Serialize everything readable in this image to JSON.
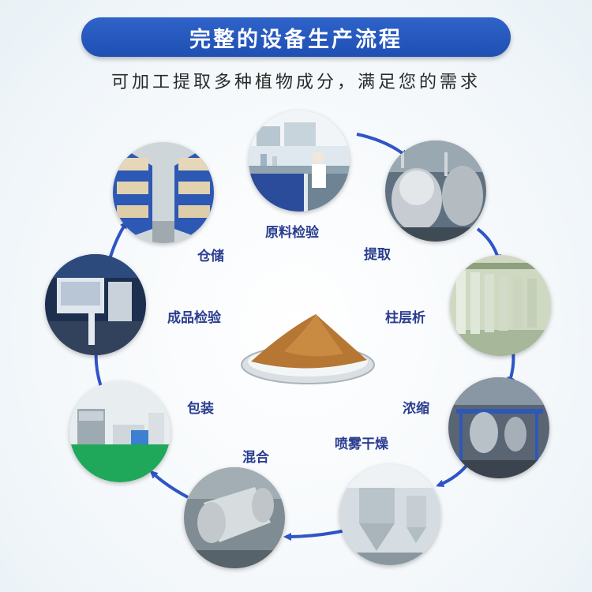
{
  "banner": {
    "title": "完整的设备生产流程"
  },
  "subtitle": "可加工提取多种植物成分，满足您的需求",
  "steps": [
    {
      "label": "原料检验",
      "scene": "laboratory"
    },
    {
      "label": "提取",
      "scene": "extraction-tanks"
    },
    {
      "label": "柱层析",
      "scene": "chromatography-columns"
    },
    {
      "label": "浓缩",
      "scene": "concentrator"
    },
    {
      "label": "喷雾干燥",
      "scene": "spray-dryer"
    },
    {
      "label": "混合",
      "scene": "mixer"
    },
    {
      "label": "包装",
      "scene": "packaging-room"
    },
    {
      "label": "成品检验",
      "scene": "inspection-equipment"
    },
    {
      "label": "仓储",
      "scene": "warehouse-shelves"
    }
  ],
  "center": {
    "product": "powder-on-dish"
  },
  "colors": {
    "banner": "#2555c0",
    "label": "#2a3d8f",
    "arrow": "#2f55c6"
  }
}
